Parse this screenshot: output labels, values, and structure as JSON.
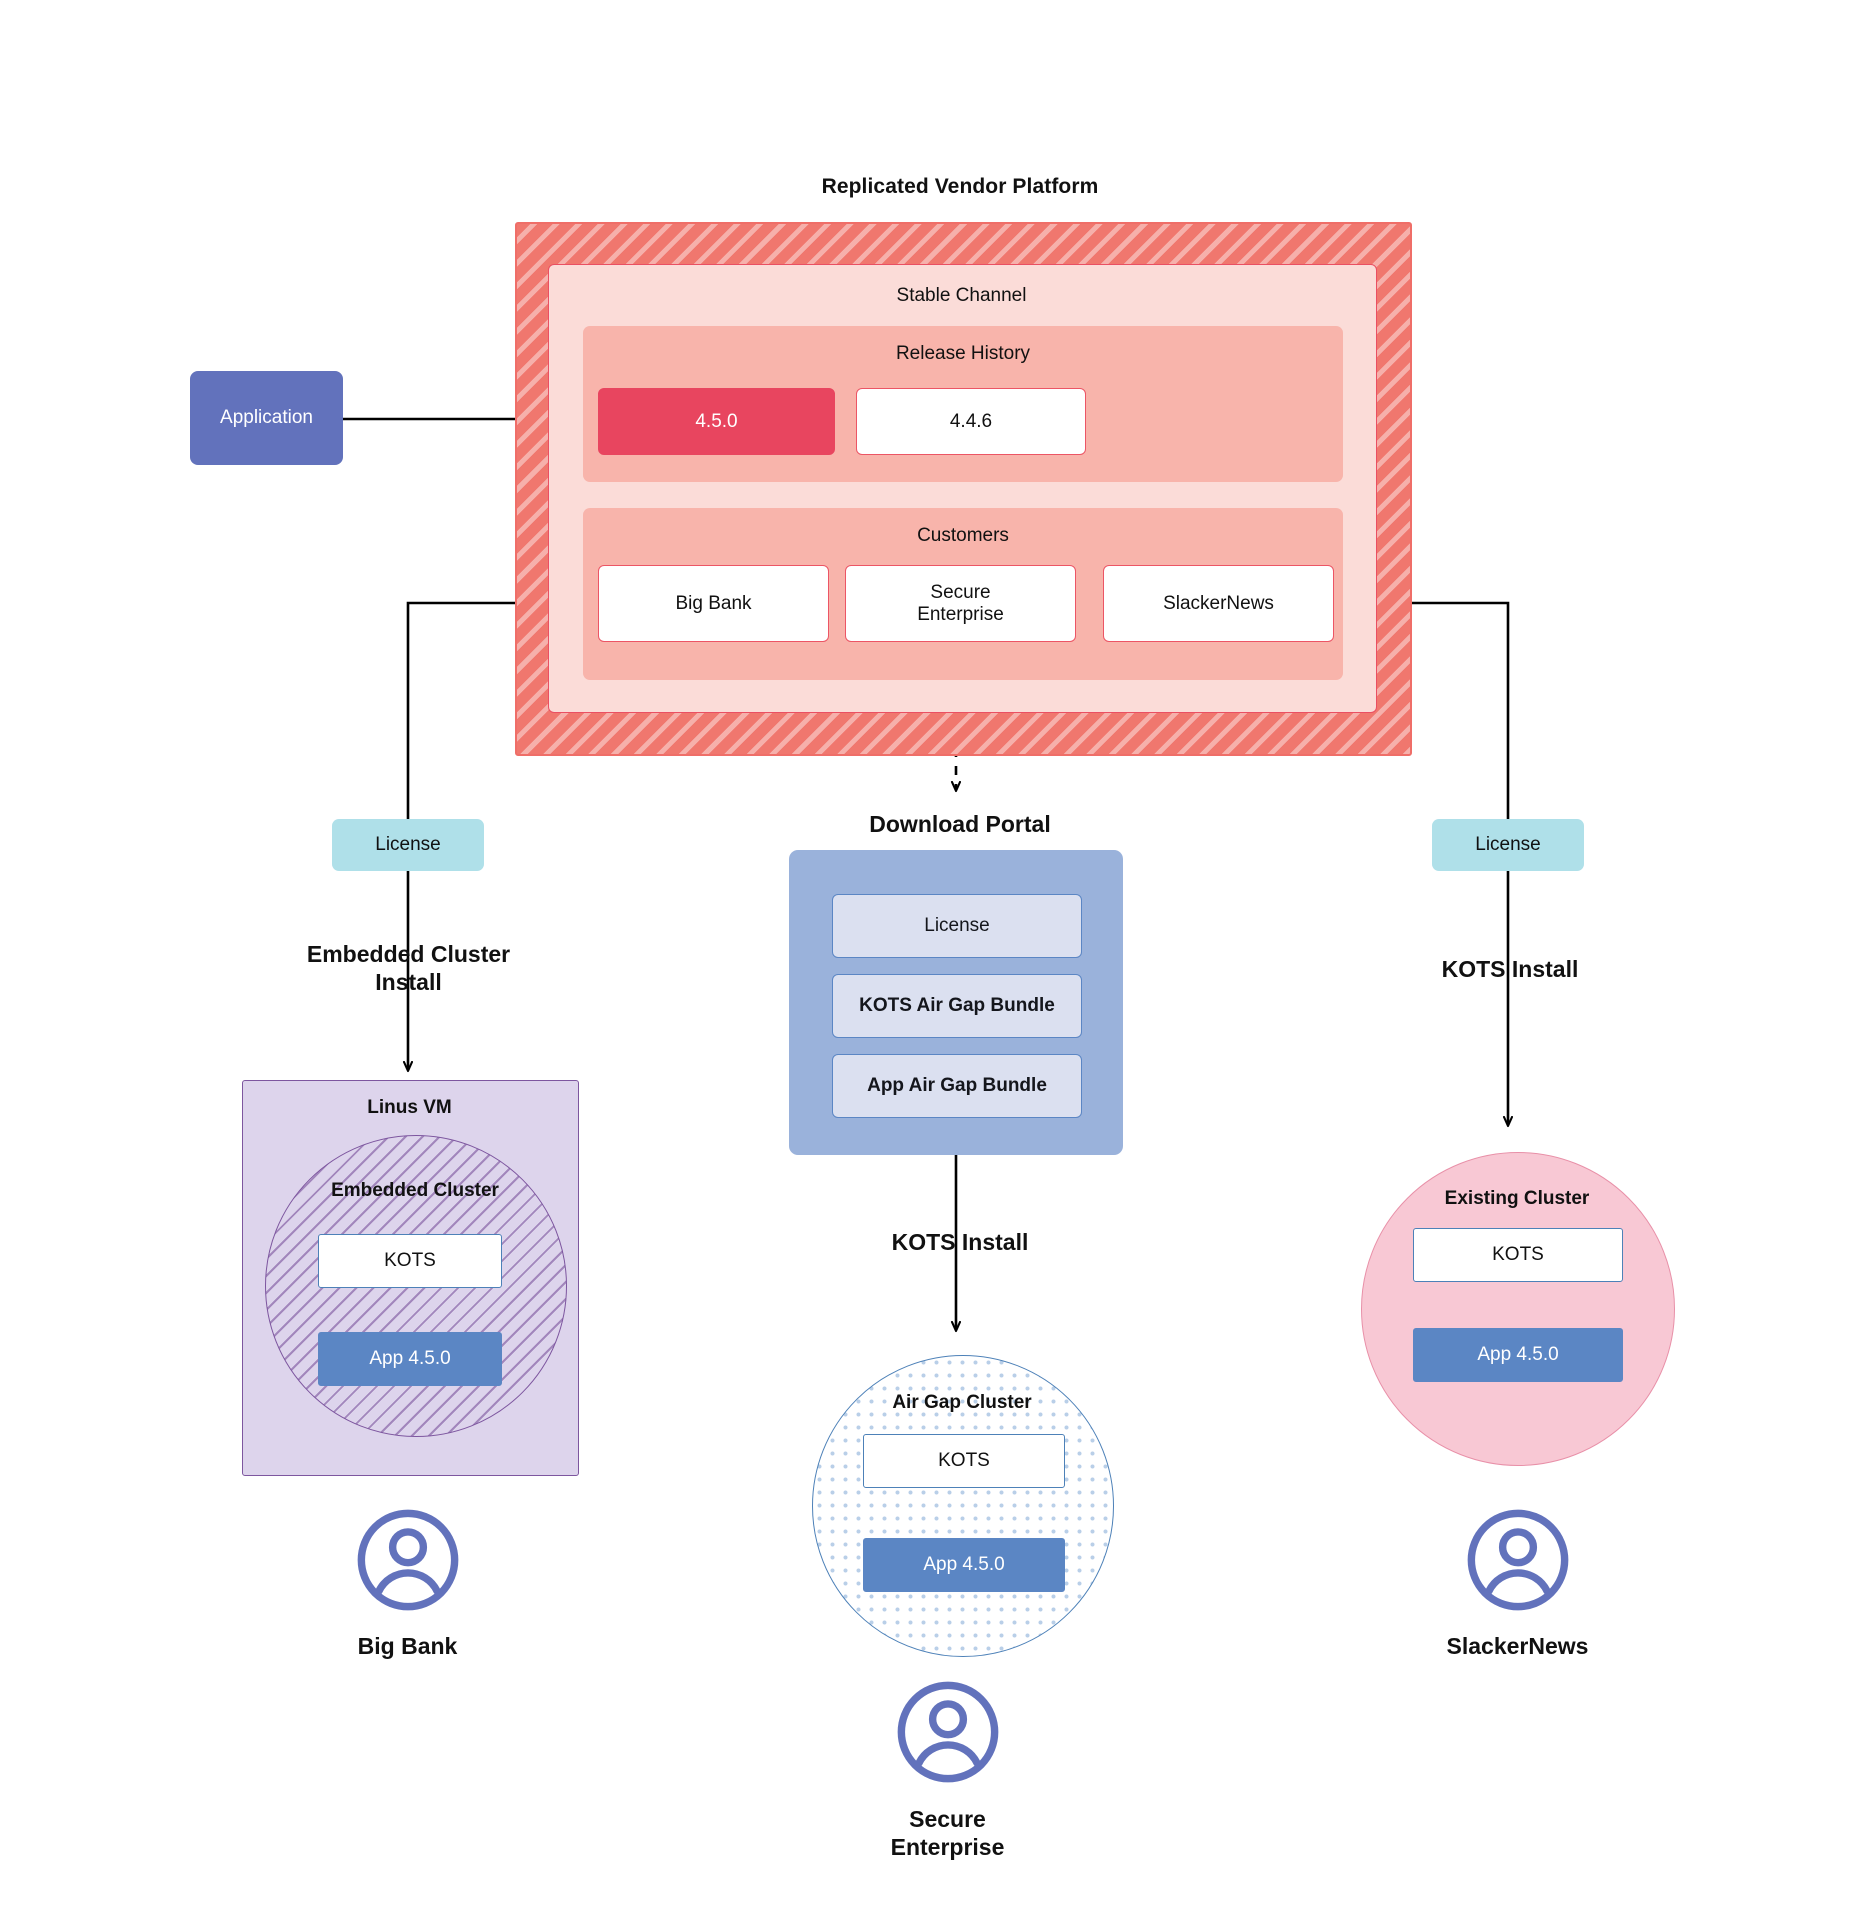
{
  "diagram": {
    "platform": {
      "title": "Replicated Vendor Platform",
      "channel_title": "Stable Channel",
      "release_history": {
        "title": "Release History",
        "releases": [
          {
            "version": "4.5.0",
            "state": "current"
          },
          {
            "version": "4.4.6",
            "state": "previous"
          }
        ]
      },
      "customers": {
        "title": "Customers",
        "items": [
          {
            "name": "Big Bank"
          },
          {
            "name": "Secure\nEnterprise"
          },
          {
            "name": "SlackerNews"
          }
        ]
      }
    },
    "application": {
      "label": "Application"
    },
    "licenses": [
      {
        "label": "License",
        "side": "left"
      },
      {
        "label": "License",
        "side": "right"
      }
    ],
    "edge_labels": {
      "embedded_cluster_install": "Embedded Cluster\nInstall",
      "kots_install_right": "KOTS Install",
      "kots_install_center": "KOTS Install",
      "download_portal": "Download  Portal"
    },
    "download_portal": {
      "title": "Download  Portal",
      "items": [
        {
          "label": "License"
        },
        {
          "label": "KOTS Air Gap Bundle"
        },
        {
          "label": "App Air Gap Bundle"
        }
      ]
    },
    "targets": {
      "linus_vm": {
        "title": "Linus VM",
        "cluster_title": "Embedded Cluster",
        "kots_label": "KOTS",
        "app_label": "App 4.5.0"
      },
      "air_gap_cluster": {
        "title": "Air Gap Cluster",
        "kots_label": "KOTS",
        "app_label": "App 4.5.0"
      },
      "existing_cluster": {
        "title": "Existing Cluster",
        "kots_label": "KOTS",
        "app_label": "App 4.5.0"
      }
    },
    "personas": [
      {
        "name": "Big Bank",
        "icon": "user-avatar-icon"
      },
      {
        "name": "Secure\nEnterprise",
        "icon": "user-avatar-icon"
      },
      {
        "name": "SlackerNews",
        "icon": "user-avatar-icon"
      }
    ],
    "colors": {
      "platform_hatch": "#f0776e",
      "channel_bg": "#fbdcd8",
      "panel_bg": "#f8b4ab",
      "release_current": "#e8455f",
      "card_border_red": "#ec5565",
      "application": "#6272bc",
      "license_chip": "#afe0e9",
      "portal_bg": "#9ab2db",
      "portal_item_bg": "#dbe0f0",
      "blue_accent": "#5b86c4",
      "vm_bg": "#ddd4ec",
      "vm_border": "#7d569f",
      "existing_cluster_bg": "#f8c8d4",
      "existing_cluster_border": "#e890a8",
      "airgap_border": "#4d81b8",
      "persona": "#6272bc",
      "line": "#000000"
    }
  }
}
